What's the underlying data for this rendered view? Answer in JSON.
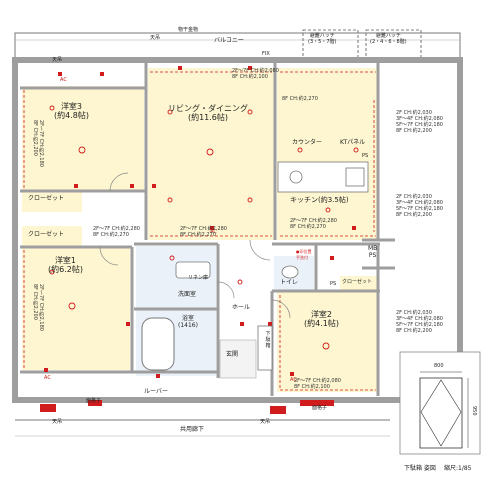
{
  "rooms": {
    "western3": {
      "name": "洋室3",
      "size": "(約4.8帖)"
    },
    "living": {
      "name": "リビング・ダイニング",
      "size": "(約11.6帖)"
    },
    "kitchen": {
      "name": "キッチン",
      "size": "(約3.5帖)"
    },
    "western1": {
      "name": "洋室1",
      "size": "(約6.2帖)"
    },
    "western2": {
      "name": "洋室2",
      "size": "(約4.1帖)"
    },
    "washroom": "洗面室",
    "bath": {
      "name": "浴室",
      "size": "(1416)"
    },
    "toilet": "トイレ",
    "hall": "ホール",
    "entrance": "玄関",
    "balcony": "バルコニー",
    "corridor": "共用廊下"
  },
  "labels": {
    "closet": "クローゼット",
    "counter": "カウンター",
    "kt_panel": "KTパネル",
    "linen": "リネン庫",
    "louver": "ルーバー",
    "lattice": "面格子",
    "storage": "物干金物",
    "ceiling_vent": "天吊",
    "shoe_box": "下駄箱",
    "mb_ps": "MB\nPS",
    "ps": "PS",
    "ac": "AC",
    "hatch_left": "避難ハッチ\n(3・5・7階)",
    "hatch_right": "避難ハッチ\n(2・4・6・8階)",
    "fix": "FIX",
    "sink_note": "●印位置",
    "toilet_note": "手洗付"
  },
  "ceiling_heights": {
    "balcony_top": "2F〜7F CH:約2,080\n8F CH:約2,100",
    "living_top": "8F CH:約2,270",
    "living_bottom": "2F〜7F CH:約2,280\n8F CH:約2,270",
    "kitchen_right": "2F CH:約2,030\n3F〜4F CH:約2,080\n5F〜7F CH:約2,180\n8F CH:約2,200",
    "kitchen_right2": "2F CH:約2,030\n3F〜4F CH:約2,080\n5F〜7F CH:約2,180\n8F CH:約2,200",
    "kitchen_bottom": "2F〜7F CH:約2,280\n8F CH:約2,270",
    "western2_right": "2F CH:約2,030\n3F〜4F CH:約2,080\n5F〜7F CH:約2,180\n8F CH:約2,200",
    "western2_bottom": "2F〜7F CH:約2,080\n8F CH:約2,100",
    "western3_left": "2F〜7F CH:約2,180\n8F CH:約2,200",
    "western1_left": "2F〜7F CH:約2,180\n8F CH:約2,200",
    "closet_mid": "2F〜7F CH:約2,280\n8F CH:約2,270"
  },
  "legend": {
    "caption": "下駄箱 姿図",
    "scale": "縮尺:1/85",
    "width": "800",
    "height": "950"
  },
  "colors": {
    "room_fill": "#fdf6d0",
    "wet_fill": "#eaf1f8",
    "wall": "#9e9e9e",
    "dash": "#d01c1c",
    "text": "#222222"
  }
}
